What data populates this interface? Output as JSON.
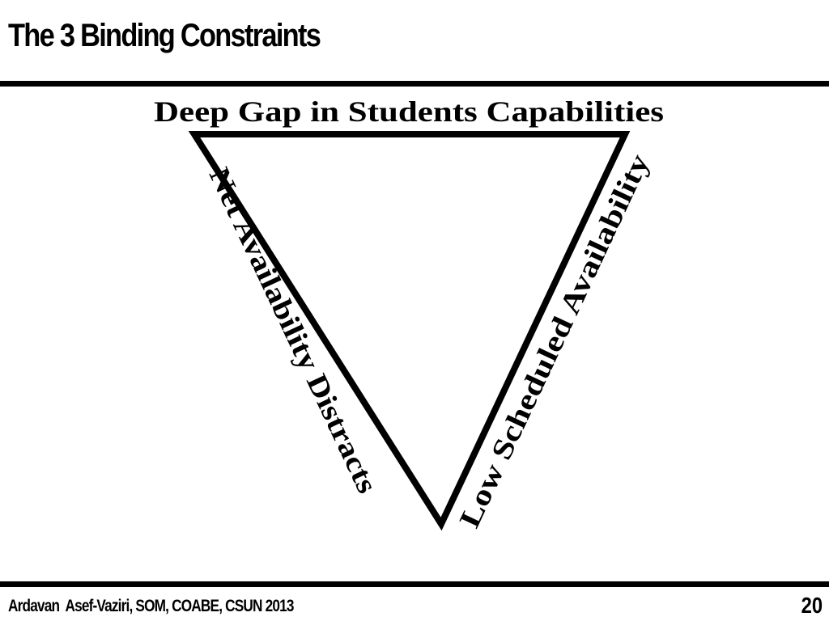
{
  "slide": {
    "title": "The 3 Binding Constraints",
    "footer": "Ardavan  Asef-Vaziri, SOM, COABE, CSUN 2013",
    "page_number": "20"
  },
  "diagram": {
    "shape": "inverted-triangle",
    "top_label": "Deep Gap in Students Capabilities",
    "left_label": "Net Availability Distracts",
    "right_label": "Low Scheduled Availability"
  }
}
